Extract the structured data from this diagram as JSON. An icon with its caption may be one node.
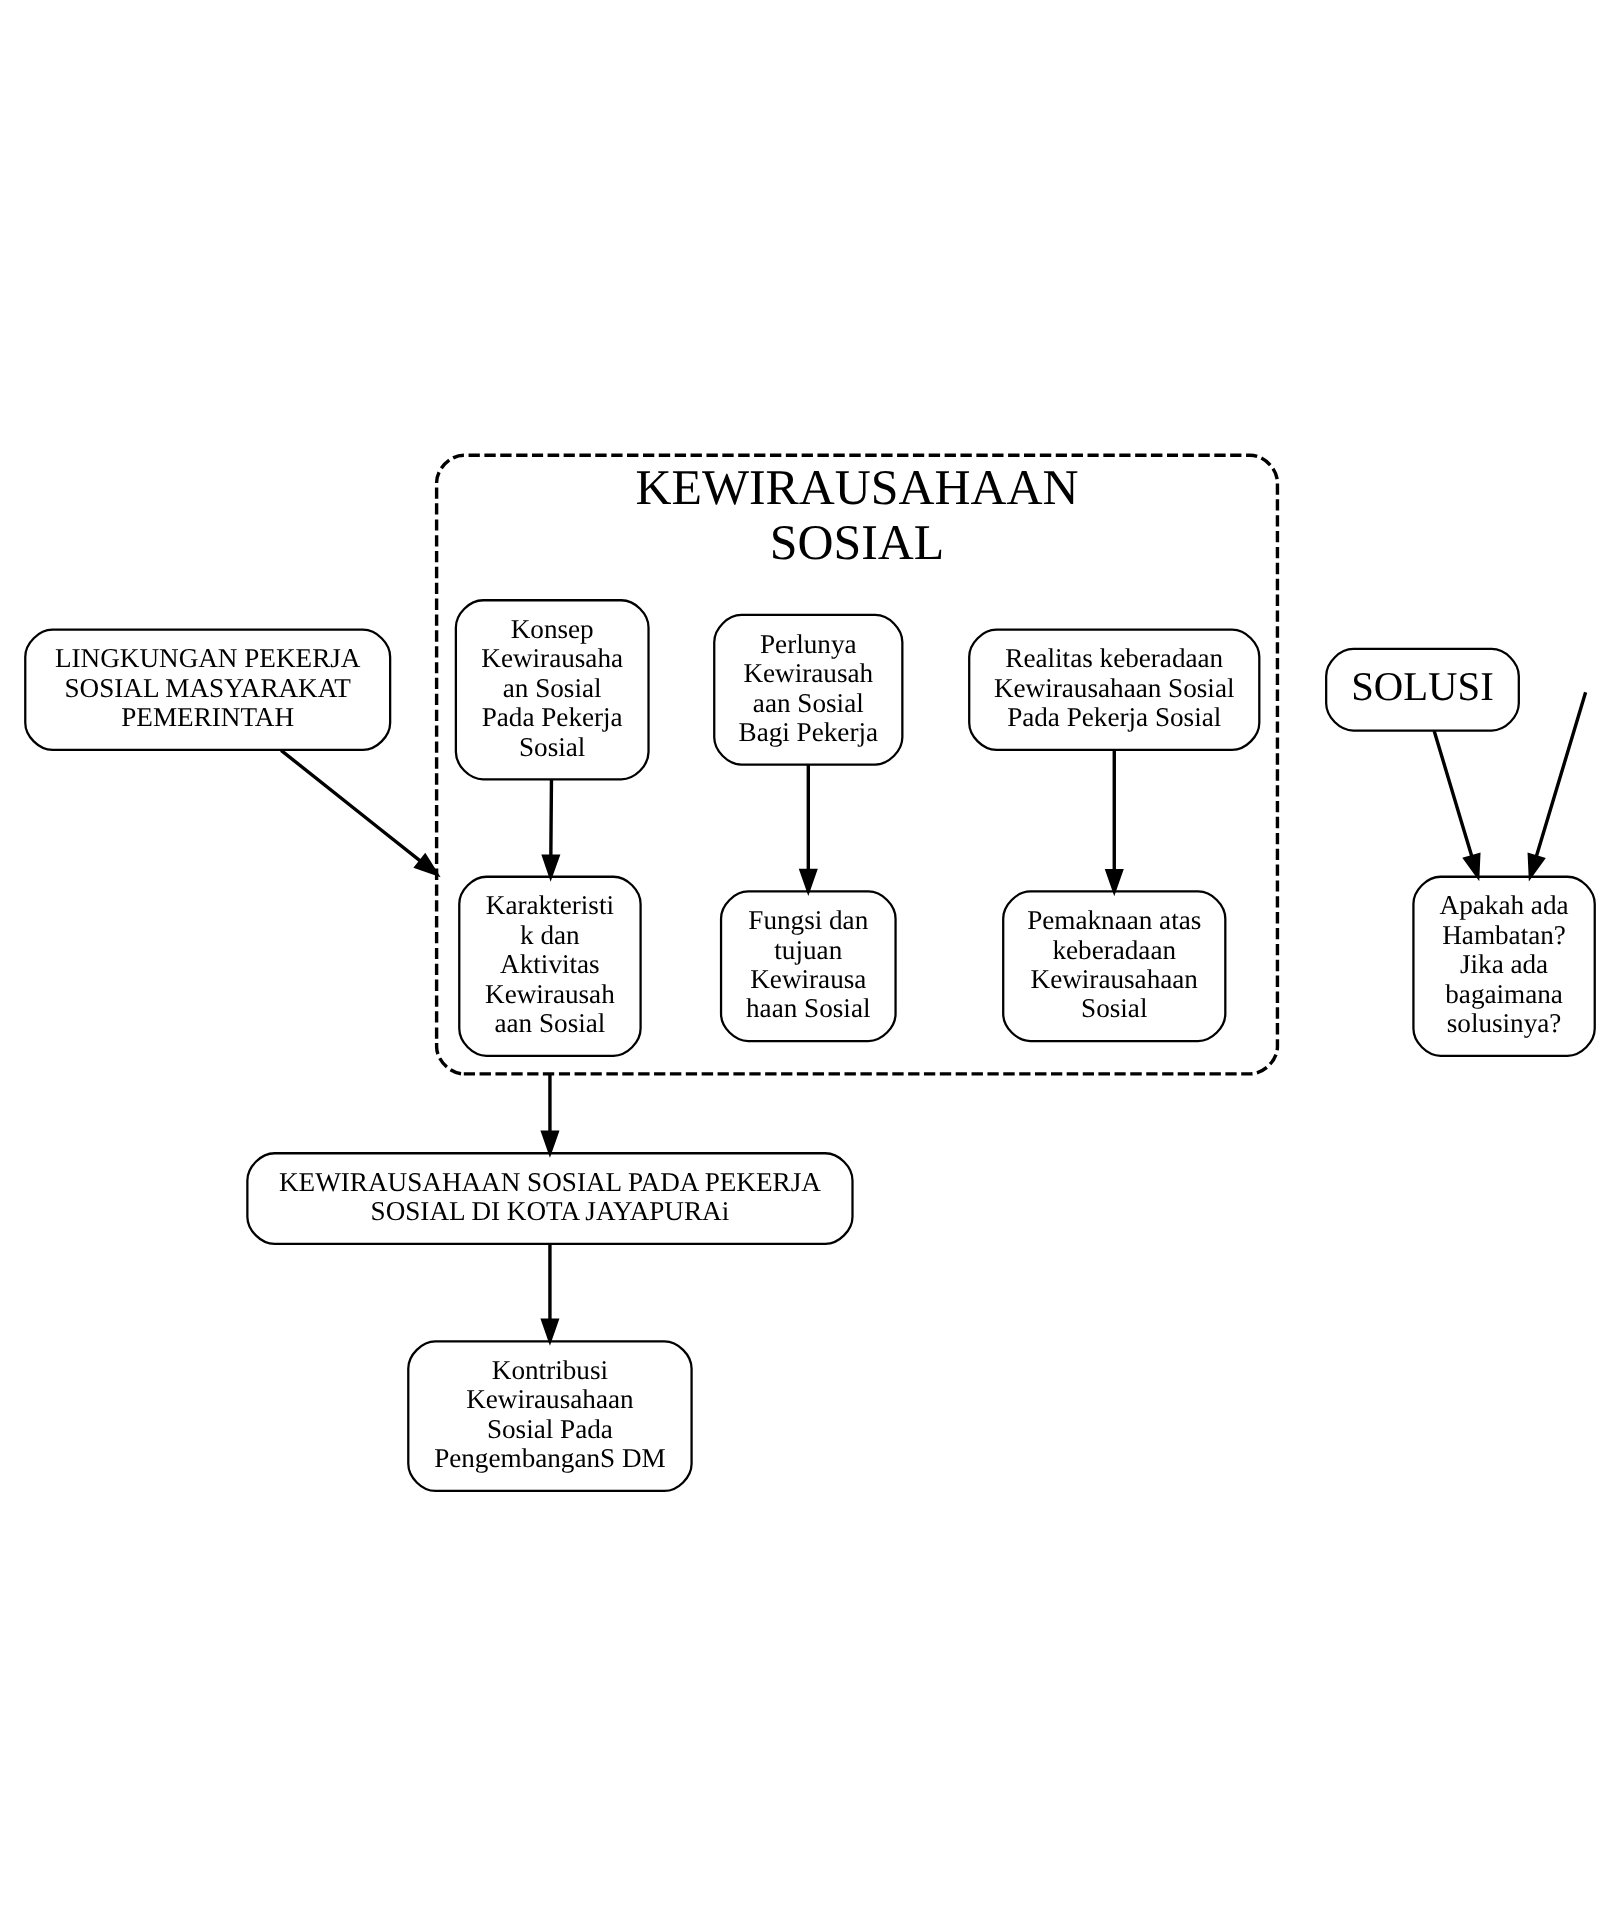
{
  "diagram": {
    "nodes": [
      {
        "text": [
          "LINGKUNGAN PEKERJA SOSIAL MASYARAKAT PEMERINTAH"
        ]
      },
      {
        "text": [
          "KEWIRAUSAHAAN SOSIAL"
        ]
      },
      {
        "text": [
          "Konsep Kewirausaha an Sosial Pada Pekerja Sosial"
        ],
        "in": 1
      },
      {
        "text": [
          "Realitas keberadaan Kewirausahaan Sosial Pada Pekerja Sosial"
        ],
        "in": 1
      },
      {
        "text": [
          "Perlunya Kewirausah aan Sosial Bagi Pekerja"
        ],
        "in": 1
      },
      {
        "text": [
          "Karakteristi k dan Aktivitas Kewirausah aan Sosial"
        ],
        "in": 1
      },
      {
        "text": [
          "Pemaknaan atas keberadaan Kewirausahaan Sosial"
        ],
        "in": 1
      },
      {
        "text": [
          "Fungsi dan tujuan Kewirausa haan Sosial"
        ],
        "in": 1
      },
      {
        "text": [
          "Kontribusi Kewirausahaan Sosial Pada PengembanganS DM"
        ]
      },
      {
        "text": [
          "Apakah ada Hambatan? Jika ada bagaimana solusinya?"
        ]
      },
      {
        "text": [
          "KEWIRAUSAHAAN SOSIAL PADA PEKERJA SOSIAL DI KOTA JAYAPURAi"
        ]
      },
      {
        "text": [
          "SOLUSI"
        ]
      }
    ],
    "edges": [
      {
        "from": 0,
        "to": 1,
        "arrow": "to"
      },
      {
        "from": 2,
        "to": 5,
        "arrow": "to"
      },
      {
        "from": 3,
        "to": 6,
        "arrow": "to"
      },
      {
        "from": 4,
        "to": 7,
        "arrow": "to"
      },
      {
        "from": 1,
        "to": 10,
        "arrow": "to"
      },
      {
        "from": 10,
        "to": 8,
        "arrow": "to"
      },
      {
        "from": null,
        "to": 9,
        "arrow": "to"
      },
      {
        "from": 11,
        "to": 9,
        "arrow": "to"
      }
    ]
  }
}
